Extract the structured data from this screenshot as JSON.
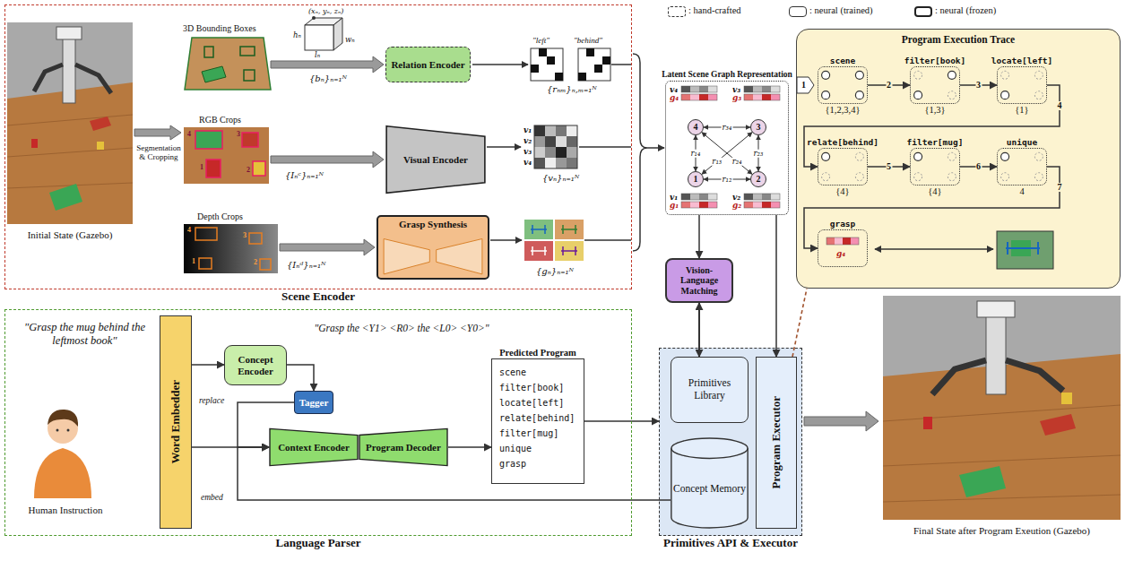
{
  "diagram": {
    "nodes": [
      {
        "text": [
          "Scene Encoder"
        ]
      },
      {
        "text": [
          "Relation Encoder"
        ],
        "in": 0
      },
      {
        "text": [
          "Visual Encoder"
        ],
        "in": 0
      },
      {
        "text": [
          "Grasp Synthesis"
        ],
        "in": 0
      },
      {
        "text": [
          "Latent Scene Graph Representation"
        ]
      },
      {
        "text": [
          "4"
        ],
        "in": 4
      },
      {
        "text": [
          "3"
        ],
        "in": 4
      },
      {
        "text": [
          "1"
        ],
        "in": 4
      },
      {
        "text": [
          "2"
        ],
        "in": 4
      },
      {
        "text": [
          "Vision-Language Matching"
        ]
      },
      {
        "text": [
          "Program Execution Trace"
        ]
      },
      {
        "text": [
          "scene",
          "{1,2,3,4}"
        ],
        "in": 10
      },
      {
        "text": [
          "filter[book]",
          "{1,3}"
        ],
        "in": 10
      },
      {
        "text": [
          "locate[left]",
          "{1}"
        ],
        "in": 10
      },
      {
        "text": [
          "relate[behind]",
          "{4}"
        ],
        "in": 10
      },
      {
        "text": [
          "filter[mug]",
          "{4}"
        ],
        "in": 10
      },
      {
        "text": [
          "unique",
          "4"
        ],
        "in": 10
      },
      {
        "text": [
          "grasp"
        ],
        "in": 10
      },
      {
        "text": [
          "Language Parser"
        ]
      },
      {
        "text": [
          "Word Embedder"
        ],
        "in": 18
      },
      {
        "text": [
          "Concept Encoder"
        ],
        "in": 18
      },
      {
        "text": [
          "Tagger"
        ],
        "in": 18
      },
      {
        "text": [
          "Context Encoder"
        ],
        "in": 18
      },
      {
        "text": [
          "Program Decoder"
        ],
        "in": 18
      },
      {
        "text": [
          "Predicted Program",
          "scene",
          "filter[book]",
          "locate[left]",
          "relate[behind]",
          "filter[mug]",
          "unique",
          "grasp"
        ],
        "in": 18
      },
      {
        "text": [
          "Primitives API & Executor"
        ]
      },
      {
        "text": [
          "Primitives Library"
        ],
        "in": 25
      },
      {
        "text": [
          "Concept Memory"
        ],
        "in": 25
      },
      {
        "text": [
          "Program Executor"
        ],
        "in": 25
      }
    ],
    "edges": [
      {
        "from": 4,
        "to": 9,
        "arrow": "to"
      },
      {
        "from": 9,
        "to": 26,
        "arrow": "both"
      },
      {
        "from": 4,
        "to": 28,
        "arrow": "to"
      },
      {
        "from": 19,
        "to": 20,
        "arrow": "to"
      },
      {
        "from": 20,
        "to": 21,
        "arrow": "to"
      },
      {
        "from": 21,
        "to": 22,
        "arrow": "to"
      },
      {
        "from": 19,
        "to": 22,
        "arrow": "to"
      },
      {
        "from": 23,
        "to": 24,
        "arrow": "to"
      },
      {
        "from": 24,
        "to": 25,
        "arrow": "to"
      },
      {
        "from": 27,
        "to": 22,
        "arrow": "to"
      },
      {
        "from": 28,
        "to": 10,
        "arrow": "none"
      },
      {
        "from": 7,
        "to": 8,
        "label": "r₁₂",
        "arrow": "both"
      },
      {
        "from": 7,
        "to": 6,
        "label": "r₁₃",
        "arrow": "both"
      },
      {
        "from": 7,
        "to": 5,
        "label": "r₁₄",
        "arrow": "both"
      },
      {
        "from": 8,
        "to": 6,
        "label": "r₂₃",
        "arrow": "both"
      },
      {
        "from": 8,
        "to": 5,
        "label": "r₂₄",
        "arrow": "both"
      },
      {
        "from": 6,
        "to": 5,
        "label": "r₃₄",
        "arrow": "both"
      },
      {
        "from": 11,
        "to": 12,
        "label": "2",
        "arrow": "to"
      },
      {
        "from": 12,
        "to": 13,
        "label": "3",
        "arrow": "to"
      },
      {
        "from": 13,
        "to": 14,
        "label": "4",
        "arrow": "to"
      },
      {
        "from": 14,
        "to": 15,
        "label": "5",
        "arrow": "to"
      },
      {
        "from": 15,
        "to": 16,
        "label": "6",
        "arrow": "to"
      },
      {
        "from": 16,
        "to": 17,
        "label": "7",
        "arrow": "to"
      }
    ],
    "labels": [
      "Initial State (Gazebo)",
      "Segmentation & Cropping",
      "3D Bounding Boxes",
      "(xₙ, yₙ, zₙ)",
      "hₙ",
      "lₙ",
      "wₙ",
      "{bₙ}ₙ₌₁ᴺ",
      "\"left\"",
      "\"behind\"",
      "{rₙₘ}ₙ,ₘ₌₁ᴺ",
      "RGB Crops",
      "4",
      "3",
      "1",
      "2",
      "{Iₙᶜ}ₙ₌₁ᴺ",
      "v₁",
      "v₂",
      "v₃",
      "v₄",
      "{vₙ}ₙ₌₁ᴺ",
      "Depth Crops",
      "4",
      "3",
      "1",
      "2",
      "{Iₙᵈ}ₙ₌₁ᴺ",
      "{gₙ}ₙ₌₁ᴺ",
      "v₄",
      "g₄",
      "v₃",
      "g₃",
      "v₁",
      "g₁",
      "v₂",
      "g₂",
      "1",
      "g₄",
      "\"Grasp the mug behind the leftmost book\"",
      "\"Grasp the <Y1> <R0> the <L0> <Y0>\"",
      "replace",
      "embed",
      "Human Instruction",
      "Final State after Program Exeution (Gazebo)"
    ],
    "legend": [
      {
        "text": ": hand-crafted"
      },
      {
        "text": ": neural (trained)"
      },
      {
        "text": ": neural (frozen)"
      }
    ]
  }
}
